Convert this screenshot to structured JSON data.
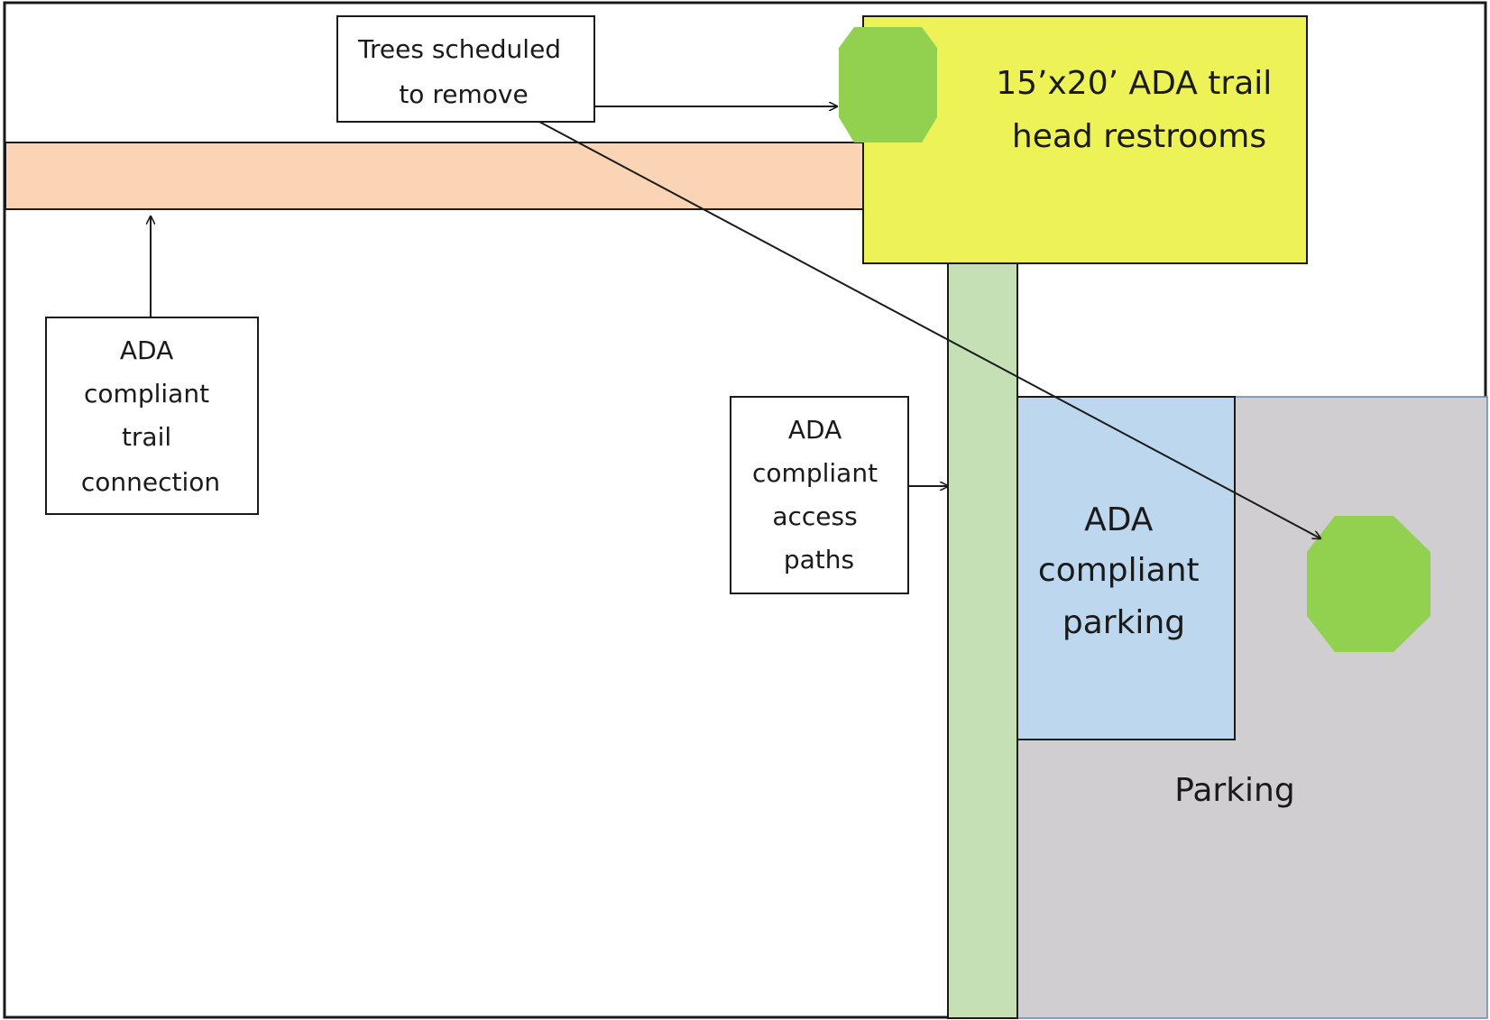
{
  "labels": {
    "trees_note": [
      "Trees scheduled",
      "to remove"
    ],
    "restrooms": [
      "15’x20’ ADA trail",
      "head restrooms"
    ],
    "trail_connection": [
      "ADA",
      "compliant",
      "trail",
      "connection"
    ],
    "access_paths": [
      "ADA",
      "compliant",
      "access",
      "paths"
    ],
    "ada_parking": [
      "ADA",
      "compliant",
      "parking"
    ],
    "parking": "Parking"
  },
  "colors": {
    "trail": "#fad4b4",
    "restroom": "#edf257",
    "access_path": "#c4e0b4",
    "ada_parking": "#bdd7ee",
    "parking": "#d0ced0",
    "tree": "#92d050",
    "outline": "#1a1a1a"
  }
}
